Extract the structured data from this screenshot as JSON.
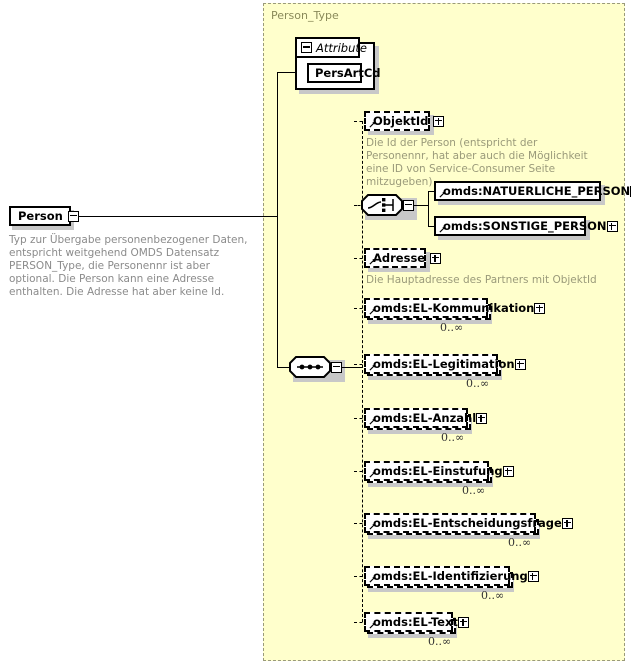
{
  "diagram": {
    "type_label": "Person_Type",
    "root": {
      "label": "Person",
      "control": "minus",
      "description": "Typ zur Übergabe personenbezogener Daten, entspricht weitgehend OMDS Datensatz PERSON_Type, die Personennr ist aber optional. Die Person kann eine Adresse enthalten. Die Adresse hat aber keine Id."
    },
    "attributes": {
      "header_label": "Attribute",
      "header_control": "minus",
      "items": [
        {
          "label": "PersArtCd"
        }
      ]
    },
    "compositors": {
      "choice": {
        "kind": "choice-icon"
      },
      "sequence": {
        "kind": "sequence-icon"
      }
    },
    "elements": [
      {
        "name": "objektid",
        "label": "ObjektId",
        "control": "plus",
        "border": "dashed",
        "repeatable": false,
        "description": "Die Id der Person (entspricht der Personennr, hat aber auch die Möglichkeit eine ID von Service-Consumer Seite mitzugeben)",
        "multiplicity": ""
      },
      {
        "name": "natuerliche-person",
        "label": "omds:NATUERLICHE_PERSON",
        "control": "plus",
        "border": "solid",
        "repeatable": false,
        "description": "",
        "multiplicity": ""
      },
      {
        "name": "sonstige-person",
        "label": "omds:SONSTIGE_PERSON",
        "control": "plus",
        "border": "solid",
        "repeatable": false,
        "description": "",
        "multiplicity": ""
      },
      {
        "name": "adresse",
        "label": "Adresse",
        "control": "plus",
        "border": "dashed",
        "repeatable": false,
        "description": "Die Hauptadresse des Partners mit ObjektId",
        "multiplicity": ""
      },
      {
        "name": "el-kommunikation",
        "label": "omds:EL-Kommunikation",
        "control": "plus",
        "border": "dashed",
        "repeatable": true,
        "description": "",
        "multiplicity": "0..∞"
      },
      {
        "name": "el-legitimation",
        "label": "omds:EL-Legitimation",
        "control": "plus",
        "border": "dashed",
        "repeatable": true,
        "description": "",
        "multiplicity": "0..∞"
      },
      {
        "name": "el-anzahl",
        "label": "omds:EL-Anzahl",
        "control": "plus",
        "border": "dashed",
        "repeatable": true,
        "description": "",
        "multiplicity": "0..∞"
      },
      {
        "name": "el-einstufung",
        "label": "omds:EL-Einstufung",
        "control": "plus",
        "border": "dashed",
        "repeatable": true,
        "description": "",
        "multiplicity": "0..∞"
      },
      {
        "name": "el-entscheidungsfrage",
        "label": "omds:EL-Entscheidungsfrage",
        "control": "plus",
        "border": "dashed",
        "repeatable": true,
        "description": "",
        "multiplicity": "0..∞"
      },
      {
        "name": "el-identifizierung",
        "label": "omds:EL-Identifizierung",
        "control": "plus",
        "border": "dashed",
        "repeatable": true,
        "description": "",
        "multiplicity": "0..∞"
      },
      {
        "name": "el-text",
        "label": "omds:EL-Text",
        "control": "plus",
        "border": "dashed",
        "repeatable": true,
        "description": "",
        "multiplicity": "0..∞"
      }
    ],
    "colors": {
      "container_fill": "#ffffcc",
      "container_border": "#9a9a7a",
      "node_fill": "#ffffff",
      "node_border": "#000000",
      "shadow": "#c8c8c8",
      "description_text": "#9a9a7a"
    }
  }
}
